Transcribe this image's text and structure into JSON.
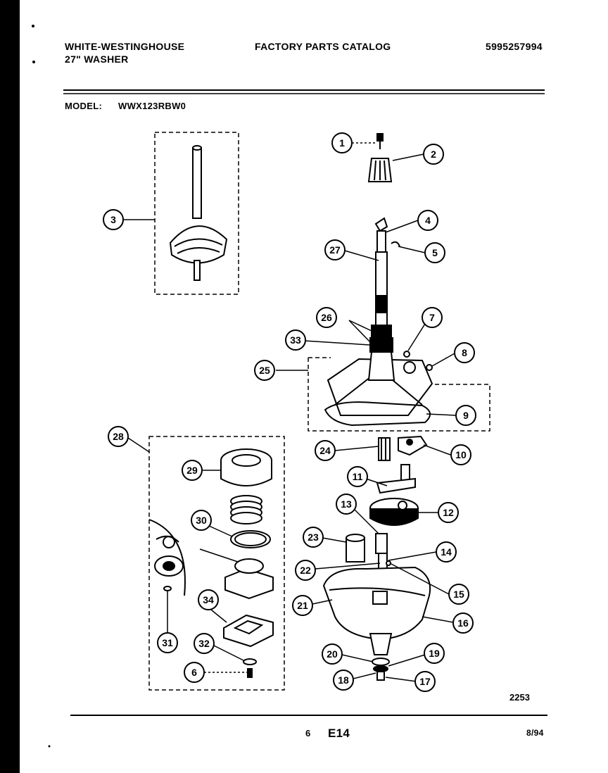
{
  "header": {
    "brand": "WHITE-WESTINGHOUSE",
    "product": "27\" WASHER",
    "catalog_title": "FACTORY PARTS CATALOG",
    "catalog_number": "5995257994",
    "model_label": "MODEL:",
    "model_value": "WWX123RBW0"
  },
  "diagram": {
    "drawing_number": "2253",
    "callouts": [
      "1",
      "2",
      "3",
      "4",
      "5",
      "6",
      "7",
      "8",
      "9",
      "10",
      "11",
      "12",
      "13",
      "14",
      "15",
      "16",
      "17",
      "18",
      "19",
      "20",
      "21",
      "22",
      "23",
      "24",
      "25",
      "26",
      "27",
      "28",
      "29",
      "30",
      "31",
      "32",
      "33",
      "34"
    ]
  },
  "footer": {
    "page_number": "6",
    "section_code": "E14",
    "date": "8/94"
  }
}
